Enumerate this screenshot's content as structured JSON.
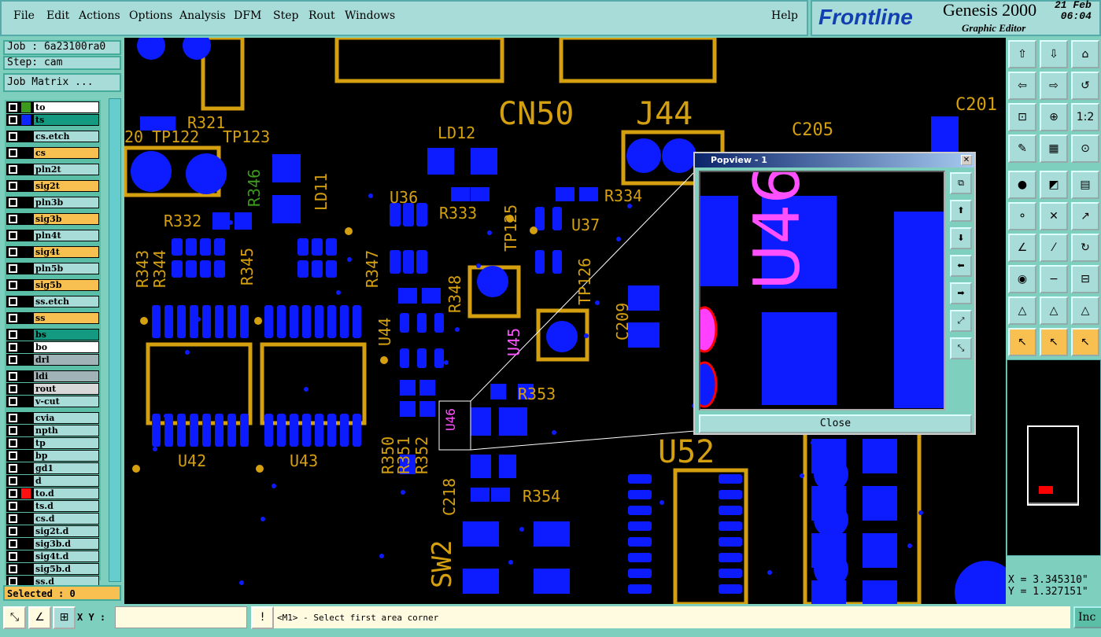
{
  "menu": [
    "File",
    "Edit",
    "Actions",
    "Options",
    "Analysis",
    "DFM",
    "Step",
    "Rout",
    "Windows"
  ],
  "help": "Help",
  "brand": {
    "logo": "Frontline",
    "product": "Genesis 2000",
    "subtitle": "Graphic Editor",
    "date": "21 Feb",
    "time": "06:04"
  },
  "job": "Job : 6a23100ra0",
  "step": "Step: cam",
  "job_matrix": "Job Matrix ...",
  "layers": [
    {
      "name": "to",
      "bg": "#ffffff",
      "swatch": "#3c9a1c"
    },
    {
      "name": "ts",
      "bg": "#139a80",
      "swatch": "#0c28ff"
    },
    {
      "name": "cs.etch",
      "bg": "#a8dcd8"
    },
    {
      "name": "cs",
      "bg": "#f8c050"
    },
    {
      "name": "pln2t",
      "bg": "#a8dcd8"
    },
    {
      "name": "sig2t",
      "bg": "#f8c050"
    },
    {
      "name": "pln3b",
      "bg": "#a8dcd8"
    },
    {
      "name": "sig3b",
      "bg": "#f8c050"
    },
    {
      "name": "pln4t",
      "bg": "#a8dcd8"
    },
    {
      "name": "sig4t",
      "bg": "#f8c050"
    },
    {
      "name": "pln5b",
      "bg": "#a8dcd8"
    },
    {
      "name": "sig5b",
      "bg": "#f8c050"
    },
    {
      "name": "ss.etch",
      "bg": "#a8dcd8"
    },
    {
      "name": "ss",
      "bg": "#f8c050"
    },
    {
      "name": "bs",
      "bg": "#139a80"
    },
    {
      "name": "bo",
      "bg": "#ffffff"
    },
    {
      "name": "drl",
      "bg": "#a0b4b8"
    },
    {
      "name": "ldi",
      "bg": "#a0b4b8"
    },
    {
      "name": "rout",
      "bg": "#d8d8d8"
    },
    {
      "name": "v-cut",
      "bg": "#a8dcd8"
    },
    {
      "name": "cvia",
      "bg": "#a8dcd8"
    },
    {
      "name": "npth",
      "bg": "#a8dcd8"
    },
    {
      "name": "tp",
      "bg": "#a8dcd8"
    },
    {
      "name": "bp",
      "bg": "#a8dcd8"
    },
    {
      "name": "gd1",
      "bg": "#a8dcd8"
    },
    {
      "name": "d",
      "bg": "#a8dcd8"
    },
    {
      "name": "to.d",
      "bg": "#a8dcd8",
      "swatch": "#ff1010"
    },
    {
      "name": "ts.d",
      "bg": "#a8dcd8"
    },
    {
      "name": "cs.d",
      "bg": "#a8dcd8"
    },
    {
      "name": "sig2t.d",
      "bg": "#a8dcd8"
    },
    {
      "name": "sig3b.d",
      "bg": "#a8dcd8"
    },
    {
      "name": "sig4t.d",
      "bg": "#a8dcd8"
    },
    {
      "name": "sig5b.d",
      "bg": "#a8dcd8"
    },
    {
      "name": "ss.d",
      "bg": "#a8dcd8"
    }
  ],
  "selected": "Selected : 0",
  "pcb_labels": [
    "R321",
    "TP122",
    "TP123",
    "20",
    "R346",
    "LD11",
    "LD12",
    "CN50",
    "J44",
    "C205",
    "C201",
    "U36",
    "R333",
    "TP125",
    "R334",
    "U37",
    "R332",
    "R343",
    "R344",
    "R345",
    "R347",
    "R348",
    "TP126",
    "U44",
    "U45",
    "U46",
    "C209",
    "R353",
    "U42",
    "U43",
    "R350",
    "R351",
    "R352",
    "C218",
    "R354",
    "U52",
    "SW2"
  ],
  "popview": {
    "title": "Popview - 1",
    "close": "Close",
    "label": "U46"
  },
  "coords": {
    "x": "X = 3.345310\"",
    "y": "Y = 1.327151\""
  },
  "bottom": {
    "xy_label": "X Y :",
    "xy_value": "",
    "prompt": "<M1> - Select first area corner",
    "inc": "Inc"
  },
  "colors": {
    "pad": "#0c1cff",
    "silk": "#d4a010",
    "panel": "#a8dcd8"
  }
}
